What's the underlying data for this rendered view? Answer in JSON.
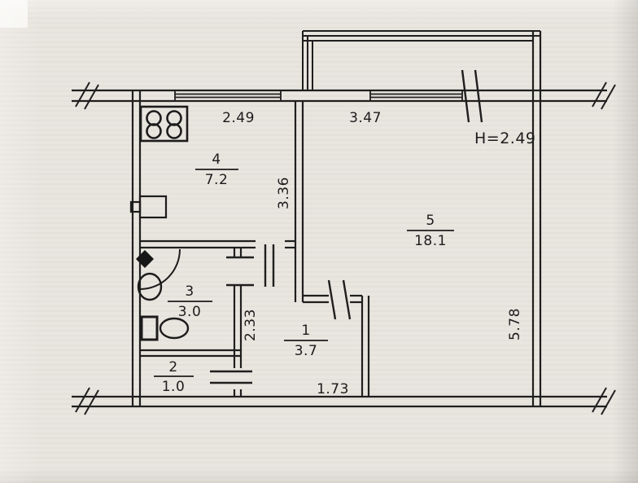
{
  "floor_plan": {
    "ceiling_height_label": "H=2.49",
    "rooms": [
      {
        "number": "1",
        "area": "3.7"
      },
      {
        "number": "2",
        "area": "1.0"
      },
      {
        "number": "3",
        "area": "3.0"
      },
      {
        "number": "4",
        "area": "7.2"
      },
      {
        "number": "5",
        "area": "18.1"
      }
    ],
    "dimensions": {
      "kitchen_window": "2.49",
      "living_room_window": "3.47",
      "kitchen_depth": "3.36",
      "hall_left_depth": "2.33",
      "hall_bottom_width": "1.73",
      "living_room_depth": "5.78"
    },
    "icons": {
      "stove": "stove-icon",
      "kitchen_vent": "vent-box-icon",
      "washbasin": "washbasin-icon",
      "toilet": "toilet-icon",
      "door_swing": "door-swing-arc"
    },
    "colors": {
      "paper": "#e9e5df",
      "ink": "#1e1e1e"
    }
  }
}
